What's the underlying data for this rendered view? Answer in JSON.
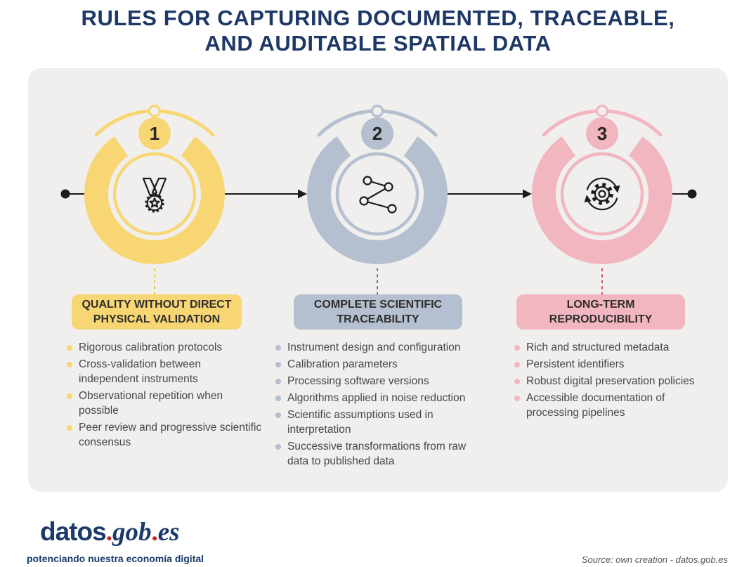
{
  "header": {
    "title_line1": "RULES FOR CAPTURING DOCUMENTED, TRACEABLE,",
    "title_line2": "AND AUDITABLE SPATIAL DATA"
  },
  "sections": [
    {
      "number": "1",
      "title": "QUALITY WITHOUT DIRECT PHYSICAL VALIDATION",
      "icon": "medal-icon",
      "color": "#F8D674",
      "dash_color": "#EDC14F",
      "items": [
        "Rigorous calibration protocols",
        "Cross-validation between independent instruments",
        "Observational repetition when possible",
        "Peer review and progressive scientific consensus"
      ]
    },
    {
      "number": "2",
      "title": "COMPLETE SCIENTIFIC TRACEABILITY",
      "icon": "network-nodes-icon",
      "color": "#B4BFCF",
      "dash_color": "#4E77AD",
      "items": [
        "Instrument design and configuration",
        "Calibration parameters",
        "Processing software versions",
        "Algorithms applied in noise reduction",
        "Scientific assumptions used in interpretation",
        "Successive transformations from raw data to published data"
      ]
    },
    {
      "number": "3",
      "title": "LONG-TERM REPRODUCIBILITY",
      "icon": "gear-cycle-icon",
      "color": "#F2B6C1",
      "dash_color": "#CE4A63",
      "items": [
        "Rich and structured metadata",
        "Persistent identifiers",
        "Robust digital preservation policies",
        "Accessible documentation of processing pipelines"
      ]
    }
  ],
  "footer": {
    "logo": {
      "part1": "datos",
      "dot1": ".",
      "part2": "gob",
      "dot2": ".",
      "part3": "es"
    },
    "tagline": "potenciando nuestra economía digital",
    "source": "Source: own creation - datos.gob.es"
  },
  "theme": {
    "navy": "#1D3866",
    "card_background": "#F0EFED",
    "flow_line_black": "#1C1C1C",
    "body_text": "#474747",
    "logo_red": "#C5232B"
  }
}
